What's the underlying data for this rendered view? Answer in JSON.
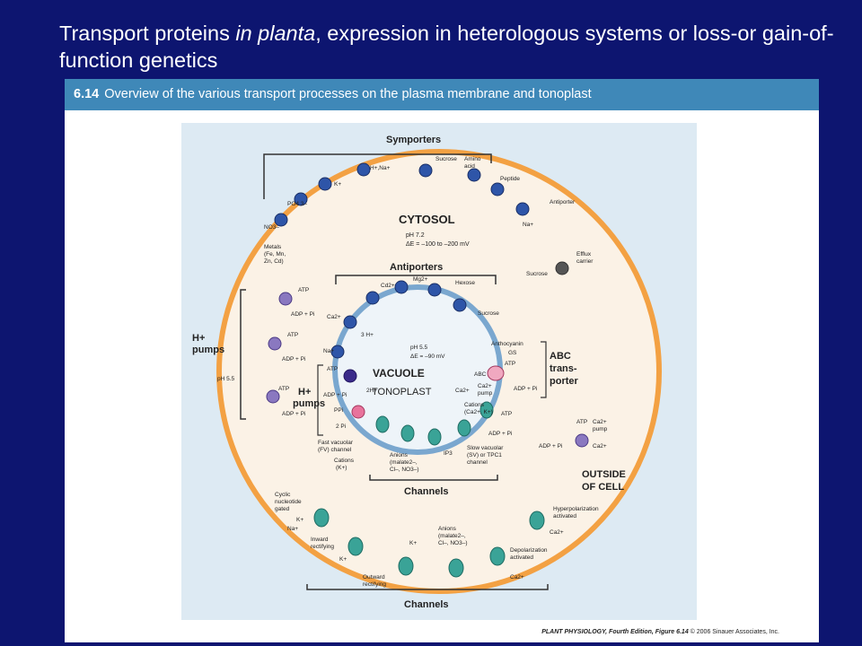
{
  "slide": {
    "title_pre": "Transport proteins ",
    "title_italic": "in planta",
    "title_post": ", expression in heterologous systems or loss-or gain-of-function genetics"
  },
  "caption": {
    "number": "6.14",
    "text": "Overview of the various transport processes on the plasma membrane and tonoplast"
  },
  "credit": {
    "book": "PLANT PHYSIOLOGY, Fourth Edition, Figure 6.14",
    "rights": "© 2006 Sinauer Associates, Inc."
  },
  "colors": {
    "background": "#0d1570",
    "caption_bar": "#3f88b8",
    "figure_bg": "#ddeaf3",
    "cell": "#f3a143",
    "cell_fill": "#fbf2e6",
    "vacuole": "#7aa7cf",
    "carrier": "#2e55a8",
    "pump": "#8a78c0",
    "channel": "#3aa397"
  },
  "diagram": {
    "symporters": "Symporters",
    "cytosol": "CYTOSOL",
    "cyto_ph": "pH 7.2",
    "cyto_de": "ΔE = –100 to –200 mV",
    "antiporters": "Antiporters",
    "h_pumps_outer_1": "H+",
    "h_pumps_outer_2": "pumps",
    "ph_outside": "pH 5.5",
    "h_pumps_inner_1": "H+",
    "h_pumps_inner_2": "pumps",
    "vacuole": "VACUOLE",
    "tonoplast": "TONOPLAST",
    "vac_ph": "pH 5.5",
    "vac_de": "ΔE = –90 mV",
    "abc_1": "ABC",
    "abc_2": "trans-",
    "abc_3": "porter",
    "outside_1": "OUTSIDE",
    "outside_2": "OF CELL",
    "channels_inner": "Channels",
    "channels_outer": "Channels",
    "labels": {
      "sucrose_top": "Sucrose",
      "amino_acid_1": "Amino",
      "amino_acid_2": "acid",
      "peptide": "Peptide",
      "antiporter": "Antiporter",
      "h_na": "H+,Na+",
      "k": "K+",
      "po4": "PO4 3–",
      "no3": "NO3–",
      "metals_1": "Metals",
      "metals_2": "(Fe, Mn,",
      "metals_3": "Zn, Cd)",
      "na_plus": "Na+",
      "efflux_1": "Efflux",
      "efflux_2": "carrier",
      "sucrose_right": "Sucrose",
      "atp": "ATP",
      "adp_pi": "ADP + Pi",
      "cd": "Cd2+",
      "mg": "Mg2+",
      "hexose": "Hexose",
      "sucrose_vac": "Sucrose",
      "ca_vac": "Ca2+",
      "three_h": "3 H+",
      "na_vac": "Na+",
      "two_h": "2H+",
      "ppi": "PPi",
      "two_pi": "2 Pi",
      "anthocyanin": "Anthocyanin",
      "gs": "GS",
      "abc_small": "ABC",
      "ca_pump_1": "Ca2+",
      "ca_pump_2": "pump",
      "cations_1": "Cations",
      "cations_2": "(Ca2+, K+)",
      "fv_1": "Fast vacuolar",
      "fv_2": "(FV) channel",
      "fv_3": "Cations",
      "fv_4": "(K+)",
      "anions_1": "Anions",
      "anions_2": "(malate2–,",
      "anions_3": "Cl–, NO3–)",
      "ip3": "IP3",
      "sv_1": "Slow vacuolar",
      "sv_2": "(SV) or TPC1",
      "sv_3": "channel",
      "ca_out_1": "Ca2+",
      "ca_out_2": "pump",
      "ca_out_3": "Ca2+",
      "cyclic_1": "Cyclic",
      "cyclic_2": "nucleotide",
      "cyclic_3": "gated",
      "inward_1": "Inward",
      "inward_2": "rectifying",
      "outward_1": "Outward",
      "outward_2": "rectifying",
      "anions_out_1": "Anions",
      "anions_out_2": "(malate2–,",
      "anions_out_3": "Cl–, NO3–)",
      "hyper_1": "Hyperpolarization",
      "hyper_2": "activated",
      "depol_1": "Depolarization",
      "depol_2": "activated",
      "k_plus": "K+",
      "ca2": "Ca2+"
    }
  }
}
